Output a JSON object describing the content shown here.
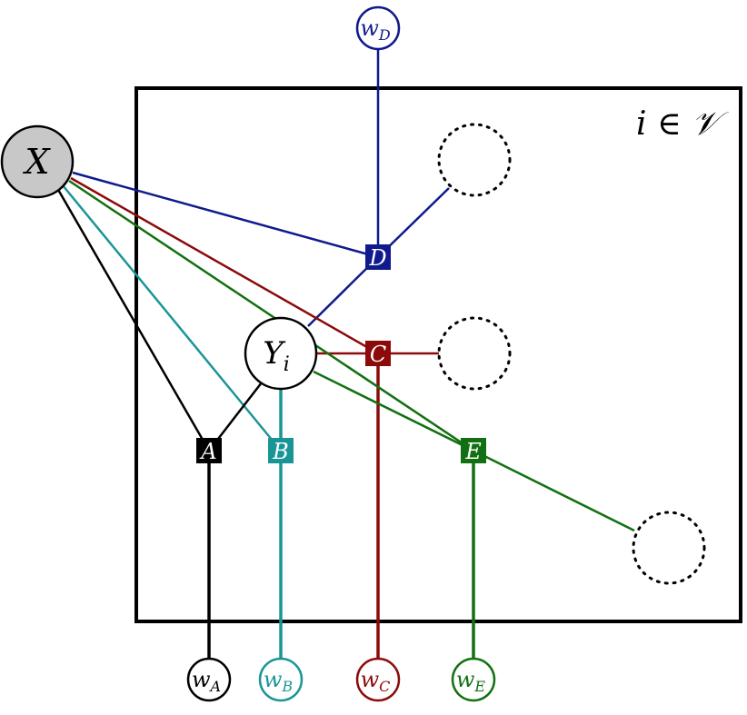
{
  "plate": {
    "label": "i ∈ 𝒱"
  },
  "nodes": {
    "X": {
      "label": "X",
      "fill": "#c8c8c8"
    },
    "Yi": {
      "label": "Y",
      "sub": "i"
    },
    "wA": {
      "label": "w",
      "sub": "A",
      "color": "#000000"
    },
    "wB": {
      "label": "w",
      "sub": "B",
      "color": "#1a9596"
    },
    "wC": {
      "label": "w",
      "sub": "C",
      "color": "#8c0a0a"
    },
    "wD": {
      "label": "w",
      "sub": "D",
      "color": "#101a8c"
    },
    "wE": {
      "label": "w",
      "sub": "E",
      "color": "#127012"
    }
  },
  "factors": {
    "A": {
      "label": "A",
      "color": "#000000"
    },
    "B": {
      "label": "B",
      "color": "#1a9596"
    },
    "C": {
      "label": "C",
      "color": "#8c0a0a"
    },
    "D": {
      "label": "D",
      "color": "#101a8c"
    },
    "E": {
      "label": "E",
      "color": "#127012"
    }
  }
}
